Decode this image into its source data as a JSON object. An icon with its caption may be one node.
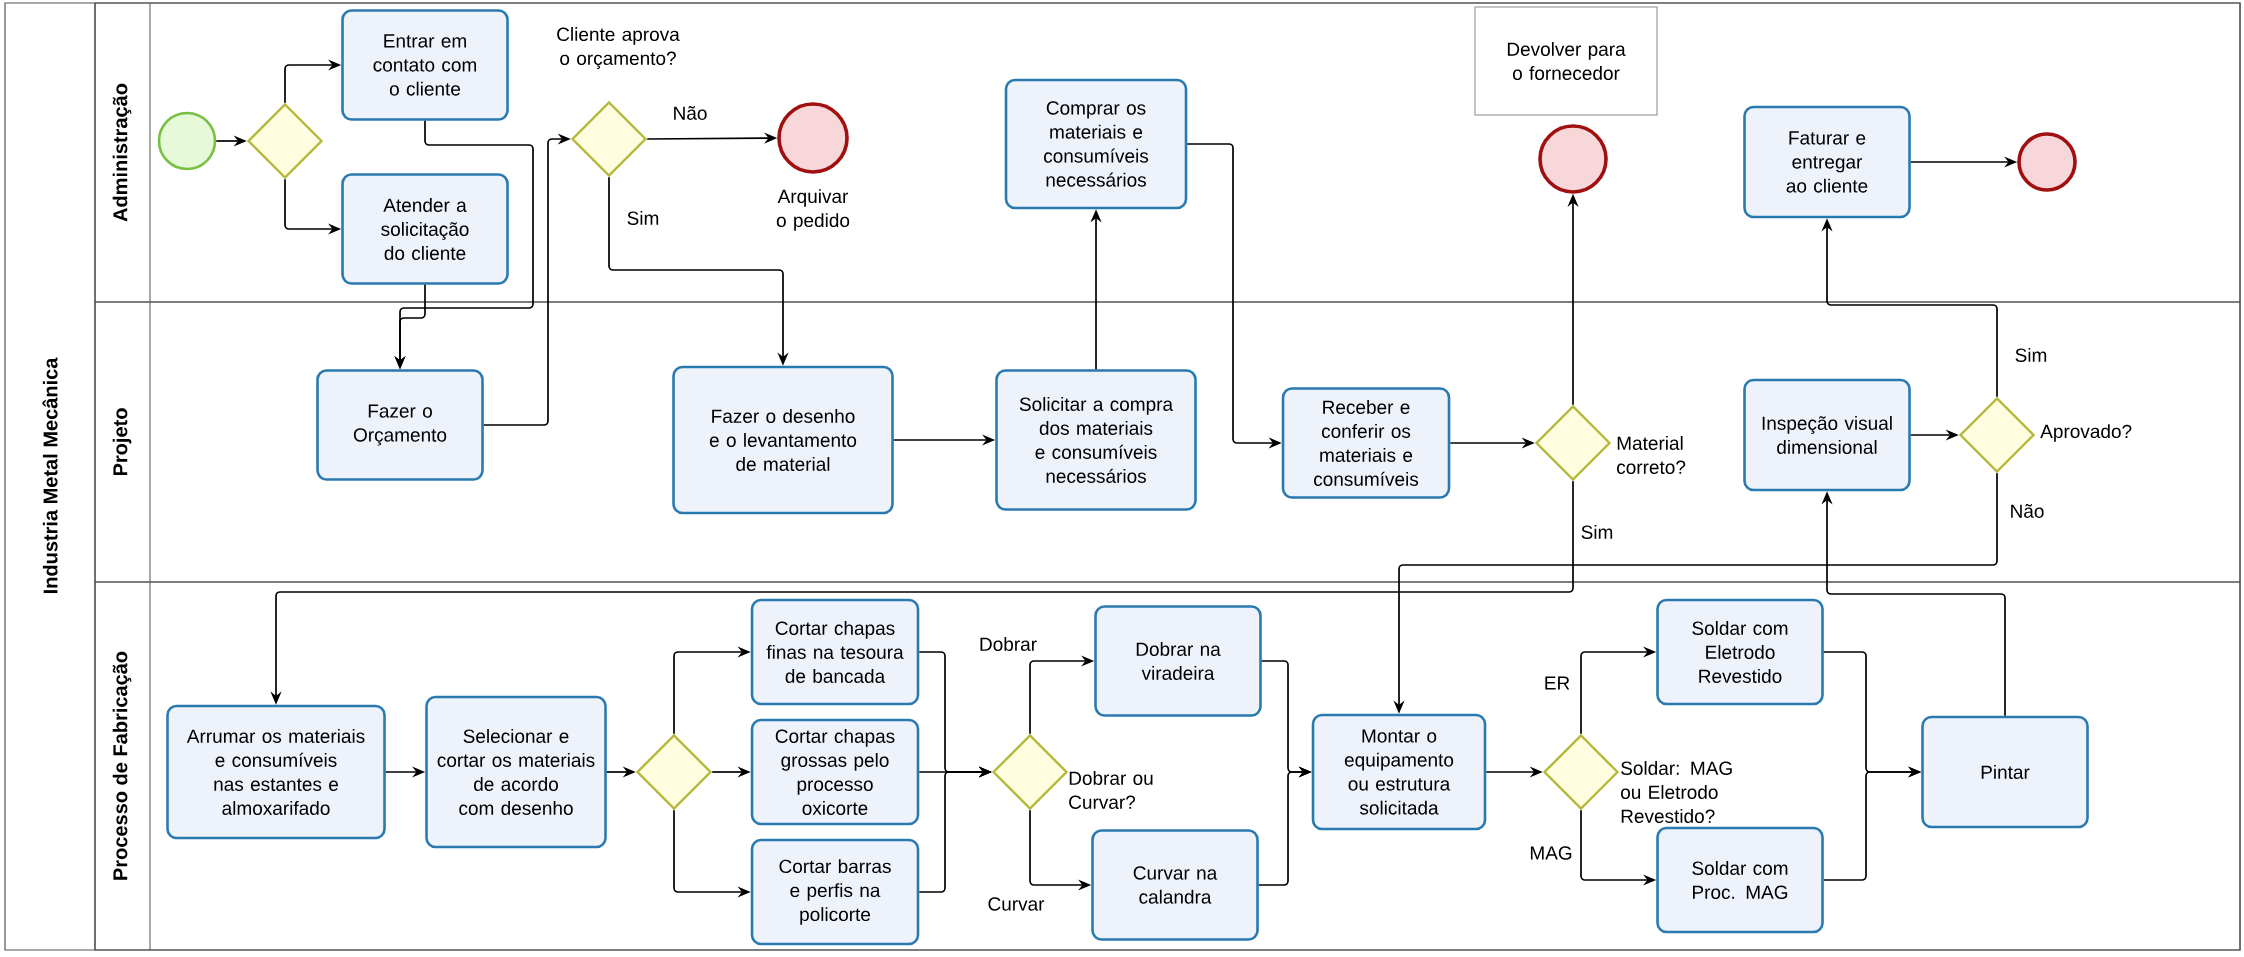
{
  "diagram": {
    "nodes": [
      {
        "text": [
          "Industria Metal Mecânica"
        ]
      },
      {
        "text": [
          "Administração"
        ],
        "in": 0
      },
      {
        "text": [
          "Projeto"
        ],
        "in": 0
      },
      {
        "text": [
          "Processo de Fabricação"
        ],
        "in": 0
      },
      {
        "text": [],
        "shape": "circle",
        "in": 1
      },
      {
        "text": [],
        "shape": "diamond",
        "in": 1
      },
      {
        "text": [
          "Entrar em contato com o cliente"
        ],
        "in": 1
      },
      {
        "text": [
          "Atender a solicitação do cliente"
        ],
        "in": 1
      },
      {
        "text": [
          "Cliente aprova o orçamento?"
        ],
        "in": 1
      },
      {
        "text": [
          "Arquivar o pedido"
        ],
        "in": 1
      },
      {
        "text": [
          "Comprar os materiais e consumíveis necessários"
        ],
        "in": 1
      },
      {
        "text": [
          "Devolver para o fornecedor"
        ],
        "in": 1
      },
      {
        "text": [],
        "shape": "circle",
        "in": 1
      },
      {
        "text": [
          "Faturar e entregar ao cliente"
        ],
        "in": 1
      },
      {
        "text": [],
        "shape": "circle",
        "in": 1
      },
      {
        "text": [
          "Fazer o Orçamento"
        ],
        "in": 2
      },
      {
        "text": [
          "Fazer o desenho e o levantamento de material"
        ],
        "in": 2
      },
      {
        "text": [
          "Solicitar a compra dos materiais e consumíveis necessários"
        ],
        "in": 2
      },
      {
        "text": [
          "Receber e conferir os materiais e consumíveis"
        ],
        "in": 2
      },
      {
        "text": [
          "Material correto?"
        ],
        "in": 2
      },
      {
        "text": [
          "Inspeção visual dimensional"
        ],
        "in": 2
      },
      {
        "text": [
          "Aprovado?"
        ],
        "in": 2
      },
      {
        "text": [
          "Arrumar os materiais e consumíveis nas estantes e almoxarifado"
        ],
        "in": 3
      },
      {
        "text": [
          "Selecionar e cortar os materiais de acordo com desenho"
        ],
        "in": 3
      },
      {
        "text": [],
        "shape": "diamond",
        "in": 3
      },
      {
        "text": [
          "Cortar chapas finas na tesoura de bancada"
        ],
        "in": 3
      },
      {
        "text": [
          "Cortar chapas grossas pelo processo oxicorte"
        ],
        "in": 3
      },
      {
        "text": [
          "Cortar barras e perfis na policorte"
        ],
        "in": 3
      },
      {
        "text": [
          "Dobrar ou Curvar?"
        ],
        "in": 3
      },
      {
        "text": [
          "Dobrar na viradeira"
        ],
        "in": 3
      },
      {
        "text": [
          "Curvar na calandra"
        ],
        "in": 3
      },
      {
        "text": [
          "Montar o equipamento ou estrutura solicitada"
        ],
        "in": 3
      },
      {
        "text": [
          "Soldar: MAG ou Eletrodo Revestido?"
        ],
        "in": 3
      },
      {
        "text": [
          "Soldar com Eletrodo Revestido"
        ],
        "in": 3
      },
      {
        "text": [
          "Soldar com Proc. MAG"
        ],
        "in": 3
      },
      {
        "text": [
          "Pintar"
        ],
        "in": 3
      }
    ],
    "edges": [
      {
        "from": 4,
        "to": 5,
        "arrow": "to"
      },
      {
        "from": 5,
        "to": 6,
        "arrow": "to"
      },
      {
        "from": 5,
        "to": 7,
        "arrow": "to"
      },
      {
        "from": 6,
        "to": 15,
        "arrow": "to"
      },
      {
        "from": 7,
        "to": 15,
        "arrow": "to"
      },
      {
        "from": 15,
        "to": 8,
        "arrow": "to"
      },
      {
        "from": 8,
        "to": 9,
        "arrow": "to",
        "label": "Não"
      },
      {
        "from": 8,
        "to": 16,
        "arrow": "to",
        "label": "Sim"
      },
      {
        "from": 16,
        "to": 17,
        "arrow": "to"
      },
      {
        "from": 17,
        "to": 10,
        "arrow": "to"
      },
      {
        "from": 10,
        "to": 18,
        "arrow": "to"
      },
      {
        "from": 18,
        "to": 19,
        "arrow": "to"
      },
      {
        "from": 19,
        "to": 12,
        "arrow": "to"
      },
      {
        "from": 19,
        "to": 22,
        "arrow": "to",
        "label": "Sim"
      },
      {
        "from": 13,
        "to": 14,
        "arrow": "to"
      },
      {
        "from": 20,
        "to": 21,
        "arrow": "to"
      },
      {
        "from": 21,
        "to": 13,
        "arrow": "to",
        "label": "Sim"
      },
      {
        "from": 21,
        "to": 31,
        "arrow": "to",
        "label": "Não"
      },
      {
        "from": 35,
        "to": 20,
        "arrow": "to"
      },
      {
        "from": 22,
        "to": 23,
        "arrow": "to"
      },
      {
        "from": 23,
        "to": 24,
        "arrow": "to"
      },
      {
        "from": 24,
        "to": 25,
        "arrow": "to"
      },
      {
        "from": 24,
        "to": 26,
        "arrow": "to"
      },
      {
        "from": 24,
        "to": 27,
        "arrow": "to"
      },
      {
        "from": 25,
        "to": 28,
        "arrow": "to"
      },
      {
        "from": 26,
        "to": 28,
        "arrow": "to"
      },
      {
        "from": 27,
        "to": 28,
        "arrow": "to"
      },
      {
        "from": 28,
        "to": 29,
        "arrow": "to",
        "label": "Dobrar"
      },
      {
        "from": 28,
        "to": 30,
        "arrow": "to",
        "label": "Curvar"
      },
      {
        "from": 29,
        "to": 31,
        "arrow": "to"
      },
      {
        "from": 30,
        "to": 31,
        "arrow": "to"
      },
      {
        "from": 31,
        "to": 32,
        "arrow": "to"
      },
      {
        "from": 32,
        "to": 33,
        "arrow": "to",
        "label": "ER"
      },
      {
        "from": 32,
        "to": 34,
        "arrow": "to",
        "label": "MAG"
      },
      {
        "from": 33,
        "to": 35,
        "arrow": "to"
      },
      {
        "from": 34,
        "to": 35,
        "arrow": "to"
      }
    ]
  }
}
